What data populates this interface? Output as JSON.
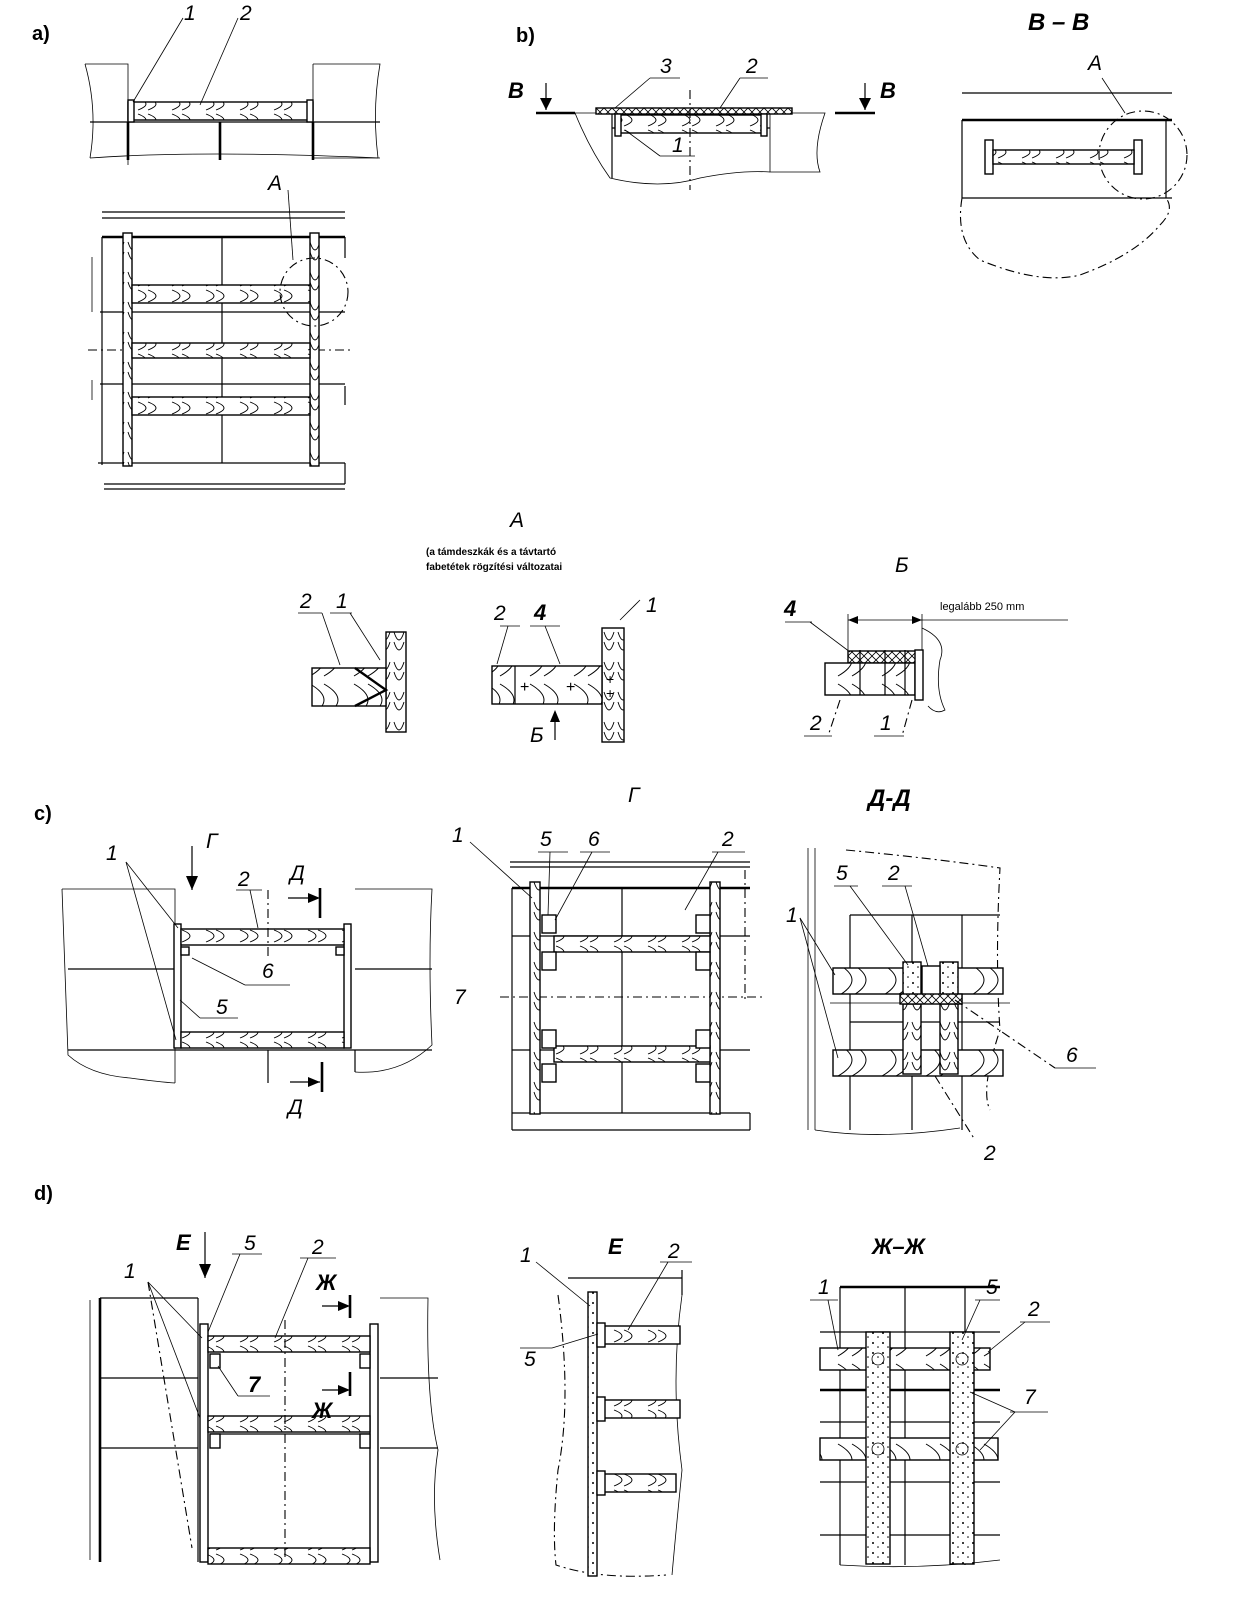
{
  "panels": {
    "a": {
      "label": "a)",
      "callouts": [
        "1",
        "2"
      ],
      "detail_ref": "A"
    },
    "b": {
      "label": "b)",
      "callouts": [
        "3",
        "2",
        "1"
      ],
      "cut_mark": "В",
      "section_title": "В – В",
      "detail_ref": "A"
    },
    "detail_A": {
      "title": "A",
      "caption_line1": "(a támdeszkák és a távtartó",
      "caption_line2": "fabetétek rögzítési változatai",
      "left_callouts": [
        "2",
        "1"
      ],
      "mid_callouts": [
        "2",
        "4",
        "1"
      ],
      "view_arrow": "Б"
    },
    "detail_B": {
      "title": "Б",
      "dimension": "legalább 250 mm",
      "callouts": [
        "4",
        "2",
        "1"
      ]
    },
    "c": {
      "label": "c)",
      "view_mark": "Г",
      "cut_mark": "Д",
      "callouts": [
        "1",
        "2",
        "6",
        "5"
      ],
      "view_title": "Г",
      "view_callouts": [
        "1",
        "5",
        "6",
        "2",
        "7"
      ],
      "section_title": "Д-Д",
      "section_callouts": [
        "1",
        "5",
        "2",
        "6",
        "2"
      ]
    },
    "d": {
      "label": "d)",
      "view_mark": "Е",
      "cut_mark": "Ж",
      "callouts": [
        "1",
        "5",
        "2",
        "7"
      ],
      "view_title": "Е",
      "view_callouts": [
        "1",
        "2",
        "5"
      ],
      "section_title": "Ж–Ж",
      "section_callouts": [
        "1",
        "5",
        "2",
        "7"
      ]
    }
  }
}
